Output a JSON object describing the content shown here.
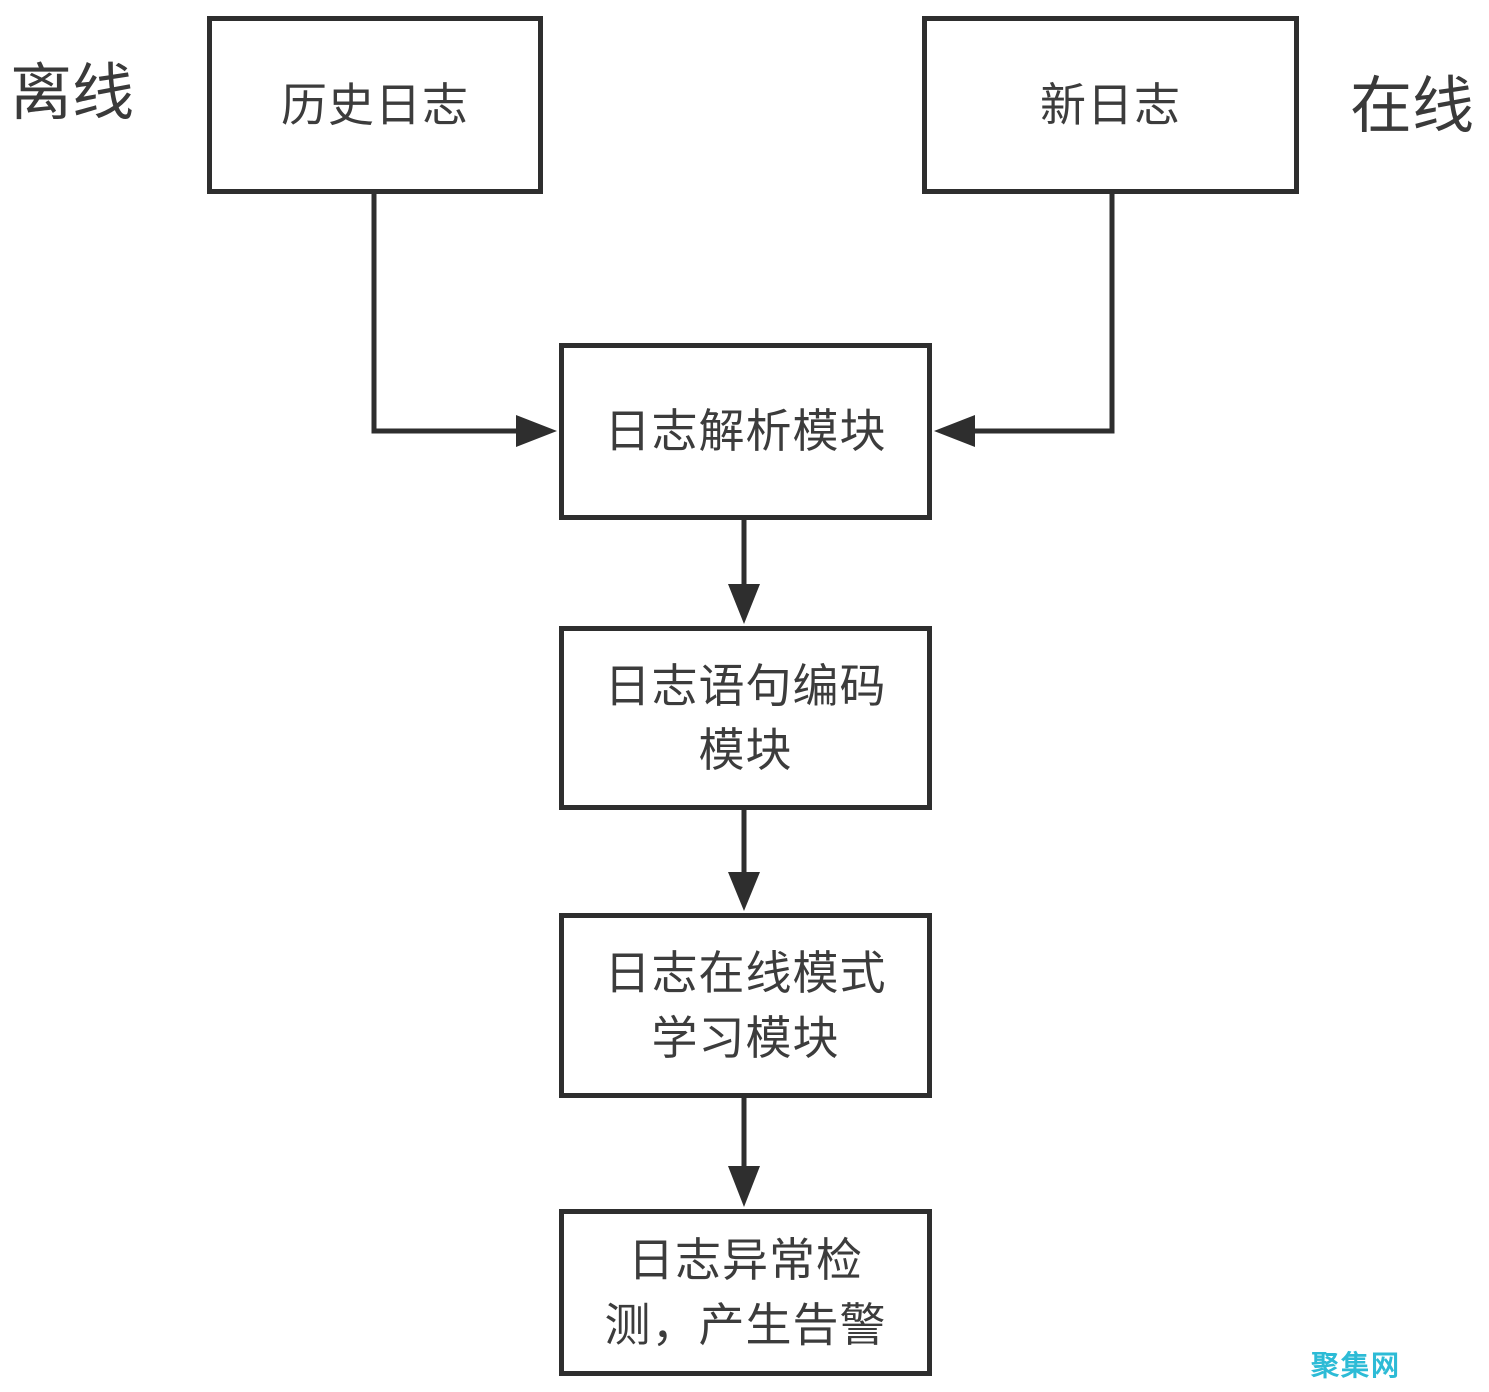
{
  "labels": {
    "offline": "离线",
    "online": "在线"
  },
  "nodes": {
    "history_log": "历史日志",
    "new_log": "新日志",
    "parse_module": "日志解析模块",
    "encode_module": "日志语句编码\n模块",
    "learn_module": "日志在线模式\n学习模块",
    "detect_module": "日志异常检\n测，产生告警"
  },
  "edges": [
    {
      "from": "history_log",
      "to": "parse_module"
    },
    {
      "from": "new_log",
      "to": "parse_module"
    },
    {
      "from": "parse_module",
      "to": "encode_module"
    },
    {
      "from": "encode_module",
      "to": "learn_module"
    },
    {
      "from": "learn_module",
      "to": "detect_module"
    }
  ],
  "watermark": "聚集网",
  "colors": {
    "line": "#2e2e2e",
    "text": "#3c3c3c",
    "watermark": "#2dbbd6"
  }
}
